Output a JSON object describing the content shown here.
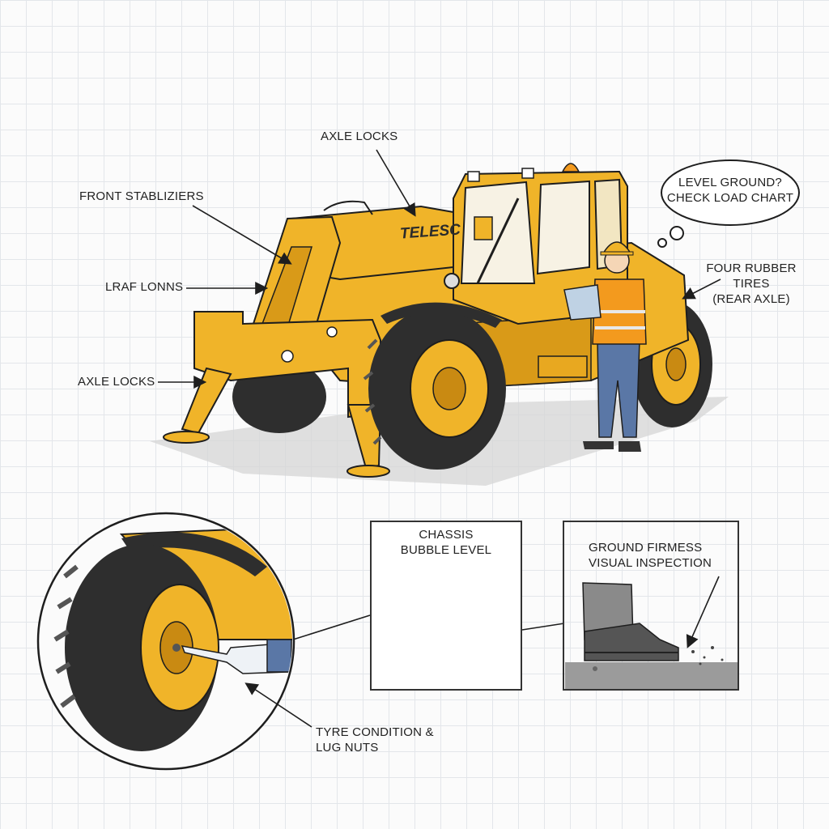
{
  "labels": {
    "axle_locks_top": "AXLE LOCKS",
    "front_stabilizers": "FRONT STABLIZIERS",
    "leaf_lonns": "LRAF LONNS",
    "axle_locks_left": "AXLE LOCKS",
    "four_rubber_tires_line1": "FOUR RUBBER",
    "four_rubber_tires_line2": "TIRES",
    "four_rubber_tires_line3": "(REAR AXLE)",
    "tyre_condition_line1": "TYRE CONDITION &",
    "tyre_condition_line2": "LUG NUTS"
  },
  "machine": {
    "brand_text": "TELESC"
  },
  "thought_bubble": {
    "line1": "LEVEL GROUND?",
    "line2": "CHECK LOAD CHART"
  },
  "panels": {
    "chassis_level": {
      "title_line1": "CHASSIS",
      "title_line2": "BUBBLE LEVEL"
    },
    "ground_firmness": {
      "title_line1": "GROUND FIRMESS",
      "title_line2": "VISUAL INSPECTION"
    }
  },
  "colors": {
    "machine_yellow": "#f0b429",
    "machine_shadow": "#c98a12",
    "tire_dark": "#2e2e2e",
    "vest_orange": "#f39a1e",
    "jeans_blue": "#5a77a6",
    "bubble_yellow": "#f3e033"
  }
}
